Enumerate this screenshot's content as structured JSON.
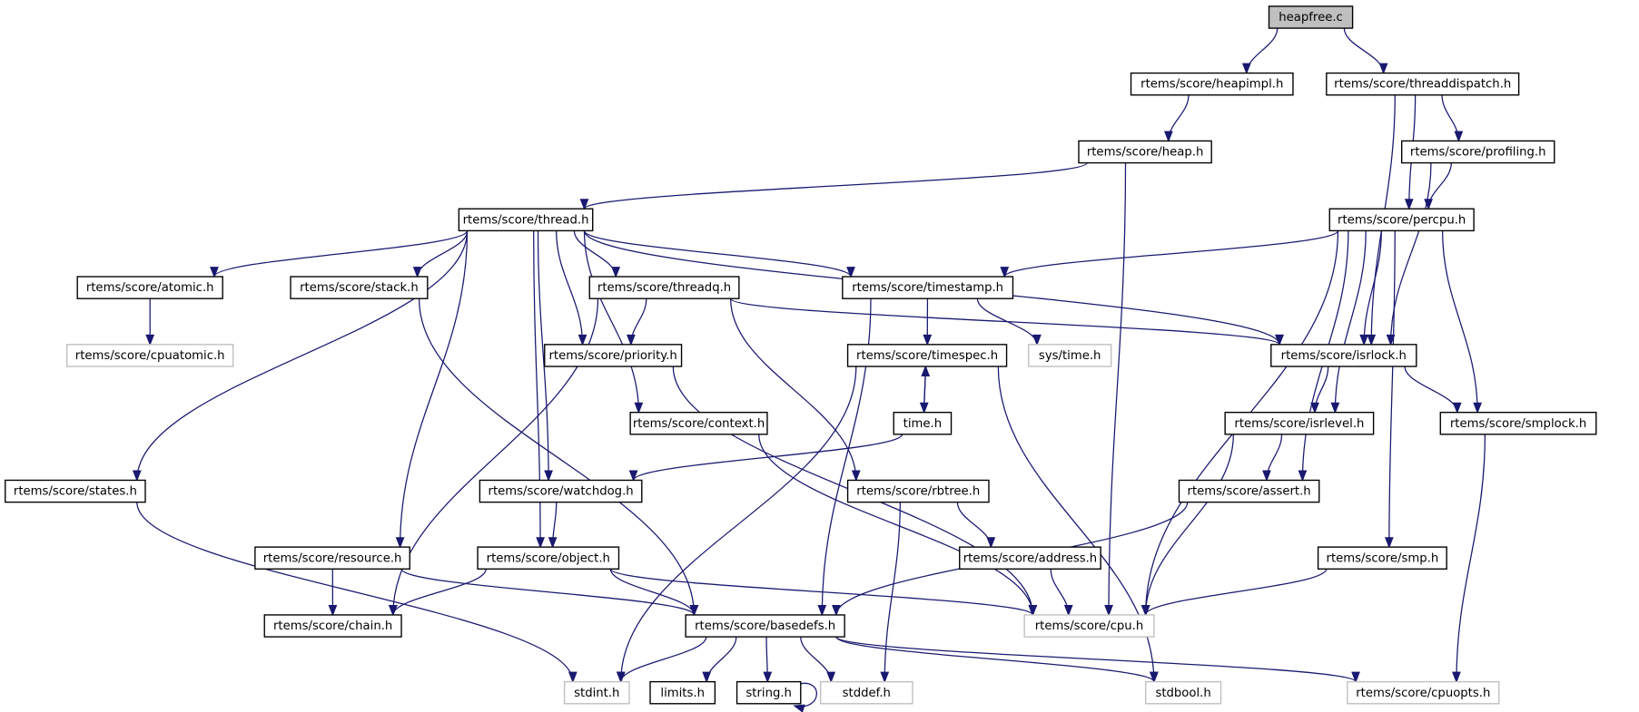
{
  "title": "heapfree.c include dependency graph",
  "colors": {
    "edge": "#191970",
    "root_fill": "#bfbfbf",
    "missing_border": "#bfbfbf",
    "node_border": "#000000"
  },
  "nodes": [
    {
      "id": "heapfree",
      "label": "heapfree.c",
      "kind": "root"
    },
    {
      "id": "heapimpl",
      "label": "rtems/score/heapimpl.h",
      "kind": "normal"
    },
    {
      "id": "threaddispatch",
      "label": "rtems/score/threaddispatch.h",
      "kind": "normal"
    },
    {
      "id": "heap",
      "label": "rtems/score/heap.h",
      "kind": "normal"
    },
    {
      "id": "profiling",
      "label": "rtems/score/profiling.h",
      "kind": "normal"
    },
    {
      "id": "thread",
      "label": "rtems/score/thread.h",
      "kind": "normal"
    },
    {
      "id": "percpu",
      "label": "rtems/score/percpu.h",
      "kind": "normal"
    },
    {
      "id": "atomic",
      "label": "rtems/score/atomic.h",
      "kind": "normal"
    },
    {
      "id": "stack",
      "label": "rtems/score/stack.h",
      "kind": "normal"
    },
    {
      "id": "threadq",
      "label": "rtems/score/threadq.h",
      "kind": "normal"
    },
    {
      "id": "timestamp",
      "label": "rtems/score/timestamp.h",
      "kind": "normal"
    },
    {
      "id": "cpuatomic",
      "label": "rtems/score/cpuatomic.h",
      "kind": "missing"
    },
    {
      "id": "priority",
      "label": "rtems/score/priority.h",
      "kind": "normal"
    },
    {
      "id": "timespec",
      "label": "rtems/score/timespec.h",
      "kind": "normal"
    },
    {
      "id": "systime",
      "label": "sys/time.h",
      "kind": "missing"
    },
    {
      "id": "isrlock",
      "label": "rtems/score/isrlock.h",
      "kind": "normal"
    },
    {
      "id": "context",
      "label": "rtems/score/context.h",
      "kind": "normal"
    },
    {
      "id": "time",
      "label": "time.h",
      "kind": "normal"
    },
    {
      "id": "isrlevel",
      "label": "rtems/score/isrlevel.h",
      "kind": "normal"
    },
    {
      "id": "smplock",
      "label": "rtems/score/smplock.h",
      "kind": "normal"
    },
    {
      "id": "states",
      "label": "rtems/score/states.h",
      "kind": "normal"
    },
    {
      "id": "watchdog",
      "label": "rtems/score/watchdog.h",
      "kind": "normal"
    },
    {
      "id": "rbtree",
      "label": "rtems/score/rbtree.h",
      "kind": "normal"
    },
    {
      "id": "assert",
      "label": "rtems/score/assert.h",
      "kind": "normal"
    },
    {
      "id": "resource",
      "label": "rtems/score/resource.h",
      "kind": "normal"
    },
    {
      "id": "object",
      "label": "rtems/score/object.h",
      "kind": "normal"
    },
    {
      "id": "address",
      "label": "rtems/score/address.h",
      "kind": "normal"
    },
    {
      "id": "smp",
      "label": "rtems/score/smp.h",
      "kind": "normal"
    },
    {
      "id": "chain",
      "label": "rtems/score/chain.h",
      "kind": "normal"
    },
    {
      "id": "basedefs",
      "label": "rtems/score/basedefs.h",
      "kind": "normal"
    },
    {
      "id": "cpu",
      "label": "rtems/score/cpu.h",
      "kind": "missing"
    },
    {
      "id": "stdint",
      "label": "stdint.h",
      "kind": "missing"
    },
    {
      "id": "limits",
      "label": "limits.h",
      "kind": "normal"
    },
    {
      "id": "string",
      "label": "string.h",
      "kind": "normal"
    },
    {
      "id": "stddef",
      "label": "stddef.h",
      "kind": "missing"
    },
    {
      "id": "stdbool",
      "label": "stdbool.h",
      "kind": "missing"
    },
    {
      "id": "cpuopts",
      "label": "rtems/score/cpuopts.h",
      "kind": "missing"
    }
  ],
  "edges": [
    [
      "heapfree",
      "heapimpl"
    ],
    [
      "heapfree",
      "threaddispatch"
    ],
    [
      "heapimpl",
      "heap"
    ],
    [
      "heap",
      "thread"
    ],
    [
      "heap",
      "cpu"
    ],
    [
      "threaddispatch",
      "profiling"
    ],
    [
      "threaddispatch",
      "percpu"
    ],
    [
      "threaddispatch",
      "isrlock"
    ],
    [
      "profiling",
      "percpu"
    ],
    [
      "profiling",
      "isrlock"
    ],
    [
      "thread",
      "atomic"
    ],
    [
      "thread",
      "stack"
    ],
    [
      "thread",
      "threadq"
    ],
    [
      "thread",
      "timestamp"
    ],
    [
      "thread",
      "priority"
    ],
    [
      "thread",
      "context"
    ],
    [
      "thread",
      "isrlock"
    ],
    [
      "thread",
      "states"
    ],
    [
      "thread",
      "resource"
    ],
    [
      "thread",
      "watchdog"
    ],
    [
      "thread",
      "object"
    ],
    [
      "percpu",
      "timestamp"
    ],
    [
      "percpu",
      "isrlock"
    ],
    [
      "percpu",
      "isrlevel"
    ],
    [
      "percpu",
      "assert"
    ],
    [
      "percpu",
      "cpu"
    ],
    [
      "percpu",
      "smplock"
    ],
    [
      "percpu",
      "smp"
    ],
    [
      "atomic",
      "cpuatomic"
    ],
    [
      "stack",
      "basedefs"
    ],
    [
      "threadq",
      "priority"
    ],
    [
      "threadq",
      "isrlock"
    ],
    [
      "threadq",
      "rbtree"
    ],
    [
      "threadq",
      "chain"
    ],
    [
      "timestamp",
      "timespec"
    ],
    [
      "timestamp",
      "systime"
    ],
    [
      "timestamp",
      "basedefs"
    ],
    [
      "timespec",
      "time"
    ],
    [
      "time",
      "timespec"
    ],
    [
      "timespec",
      "stdint"
    ],
    [
      "timespec",
      "stdbool"
    ],
    [
      "time",
      "watchdog"
    ],
    [
      "priority",
      "cpu"
    ],
    [
      "context",
      "cpu"
    ],
    [
      "isrlock",
      "isrlevel"
    ],
    [
      "isrlock",
      "smplock"
    ],
    [
      "isrlevel",
      "assert"
    ],
    [
      "isrlevel",
      "cpu"
    ],
    [
      "smplock",
      "cpuopts"
    ],
    [
      "states",
      "stdint"
    ],
    [
      "watchdog",
      "object"
    ],
    [
      "rbtree",
      "address"
    ],
    [
      "rbtree",
      "stddef"
    ],
    [
      "assert",
      "basedefs"
    ],
    [
      "resource",
      "chain"
    ],
    [
      "resource",
      "basedefs"
    ],
    [
      "object",
      "chain"
    ],
    [
      "object",
      "basedefs"
    ],
    [
      "object",
      "cpu"
    ],
    [
      "address",
      "cpu"
    ],
    [
      "smp",
      "cpu"
    ],
    [
      "basedefs",
      "stdint"
    ],
    [
      "basedefs",
      "limits"
    ],
    [
      "basedefs",
      "string"
    ],
    [
      "basedefs",
      "stddef"
    ],
    [
      "basedefs",
      "stdbool"
    ],
    [
      "basedefs",
      "cpuopts"
    ],
    [
      "string",
      "string"
    ]
  ]
}
